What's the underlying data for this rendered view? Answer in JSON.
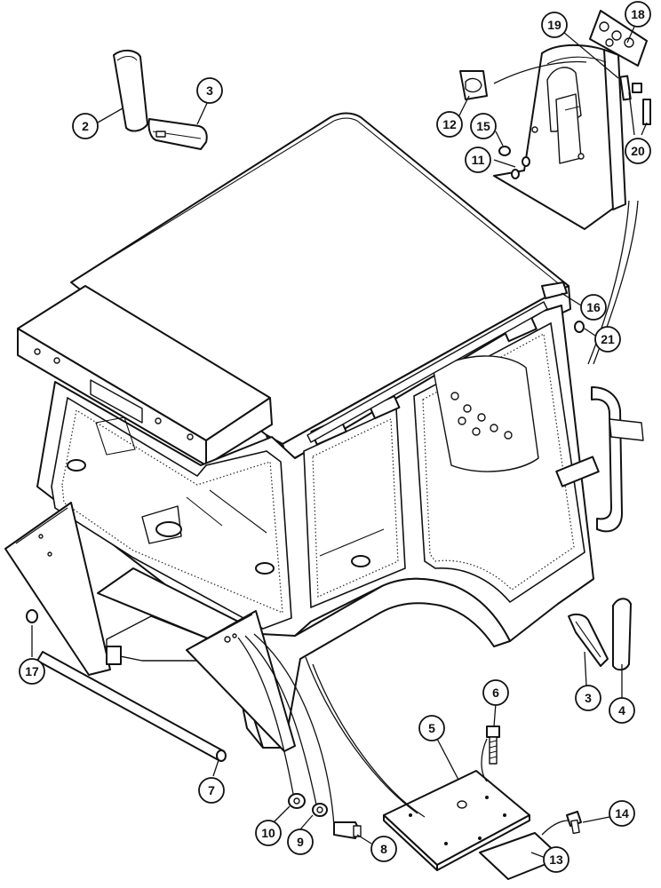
{
  "callouts": [
    {
      "id": "c2",
      "label": "2"
    },
    {
      "id": "c3a",
      "label": "3"
    },
    {
      "id": "c3b",
      "label": "3"
    },
    {
      "id": "c4",
      "label": "4"
    },
    {
      "id": "c5",
      "label": "5"
    },
    {
      "id": "c6",
      "label": "6"
    },
    {
      "id": "c7",
      "label": "7"
    },
    {
      "id": "c8",
      "label": "8"
    },
    {
      "id": "c9",
      "label": "9"
    },
    {
      "id": "c10",
      "label": "10"
    },
    {
      "id": "c11",
      "label": "11"
    },
    {
      "id": "c12",
      "label": "12"
    },
    {
      "id": "c13",
      "label": "13"
    },
    {
      "id": "c14",
      "label": "14"
    },
    {
      "id": "c15",
      "label": "15"
    },
    {
      "id": "c16",
      "label": "16"
    },
    {
      "id": "c17",
      "label": "17"
    },
    {
      "id": "c18",
      "label": "18"
    },
    {
      "id": "c19",
      "label": "19"
    },
    {
      "id": "c20",
      "label": "20"
    },
    {
      "id": "c21",
      "label": "21"
    }
  ]
}
